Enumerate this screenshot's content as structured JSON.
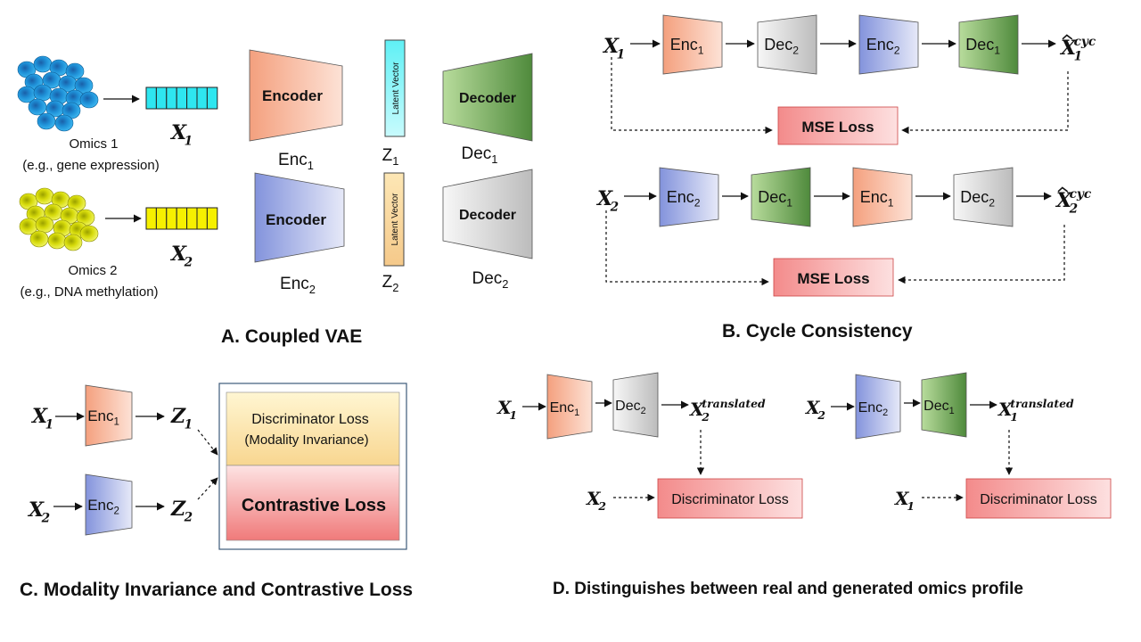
{
  "sectionA": {
    "title": "A.  Coupled VAE",
    "omics1": {
      "name": "Omics 1",
      "desc": "(e.g., gene expression)",
      "var": "X",
      "sub": "1"
    },
    "omics2": {
      "name": "Omics 2",
      "desc": "(e.g., DNA methylation)",
      "var": "X",
      "sub": "2"
    },
    "encoder_label": "Encoder",
    "decoder_label": "Decoder",
    "latent_label": "Latent Vector",
    "enc1": {
      "base": "Enc",
      "sub": "1"
    },
    "enc2": {
      "base": "Enc",
      "sub": "2"
    },
    "dec1": {
      "base": "Dec",
      "sub": "1"
    },
    "dec2": {
      "base": "Dec",
      "sub": "2"
    },
    "z1": {
      "base": "Z",
      "sub": "1"
    },
    "z2": {
      "base": "Z",
      "sub": "2"
    }
  },
  "sectionB": {
    "title": "B.  Cycle Consistency",
    "row1": {
      "input": {
        "var": "X",
        "sub": "1"
      },
      "blocks": [
        {
          "base": "Enc",
          "sub": "1"
        },
        {
          "base": "Dec",
          "sub": "2"
        },
        {
          "base": "Enc",
          "sub": "2"
        },
        {
          "base": "Dec",
          "sub": "1"
        }
      ],
      "output": {
        "var": "X",
        "sup": "cyc",
        "sub": "1"
      }
    },
    "row2": {
      "input": {
        "var": "X",
        "sub": "2"
      },
      "blocks": [
        {
          "base": "Enc",
          "sub": "2"
        },
        {
          "base": "Dec",
          "sub": "1"
        },
        {
          "base": "Enc",
          "sub": "1"
        },
        {
          "base": "Dec",
          "sub": "2"
        }
      ],
      "output": {
        "var": "X",
        "sup": "cyc",
        "sub": "2"
      }
    },
    "loss_label": "MSE Loss"
  },
  "sectionC": {
    "title": "C.  Modality Invariance and Contrastive Loss",
    "x1": {
      "var": "X",
      "sub": "1"
    },
    "x2": {
      "var": "X",
      "sub": "2"
    },
    "enc1": {
      "base": "Enc",
      "sub": "1"
    },
    "enc2": {
      "base": "Enc",
      "sub": "2"
    },
    "z1": {
      "var": "Z",
      "sub": "1"
    },
    "z2": {
      "var": "Z",
      "sub": "2"
    },
    "disc_loss": "Discriminator Loss",
    "disc_note": "(Modality Invariance)",
    "contrastive_loss": "Contrastive Loss"
  },
  "sectionD": {
    "title": "D.  Distinguishes between real and generated omics profile",
    "left": {
      "input": {
        "var": "X",
        "sub": "1"
      },
      "enc": {
        "base": "Enc",
        "sub": "1"
      },
      "dec": {
        "base": "Dec",
        "sub": "2"
      },
      "output": {
        "var": "X",
        "sup": "translated",
        "sub": "2"
      },
      "real": {
        "var": "X",
        "sub": "2"
      }
    },
    "right": {
      "input": {
        "var": "X",
        "sub": "2"
      },
      "enc": {
        "base": "Enc",
        "sub": "2"
      },
      "dec": {
        "base": "Dec",
        "sub": "1"
      },
      "output": {
        "var": "X",
        "sup": "translated",
        "sub": "1"
      },
      "real": {
        "var": "X",
        "sub": "1"
      }
    },
    "loss_label": "Discriminator Loss"
  },
  "colors": {
    "enc_red_light": "#fde2d6",
    "enc_red_dark": "#f4a07e",
    "enc_blue_light": "#e6e9f8",
    "enc_blue_dark": "#8393dc",
    "dec_green_light": "#b8dc9c",
    "dec_green_dark": "#4f8a3c",
    "dec_gray_light": "#f2f2f2",
    "dec_gray_dark": "#bcbcbc",
    "loss_pink_light": "#fdd9d9",
    "loss_pink_dark": "#f07a7a",
    "loss_yellow_light": "#fff3c6",
    "loss_yellow_dark": "#f8d690",
    "cyan": "#2ee6f0",
    "yellow": "#f6f000",
    "cell_blue": "#1e8fd6",
    "cell_yellow": "#e3e60a"
  }
}
